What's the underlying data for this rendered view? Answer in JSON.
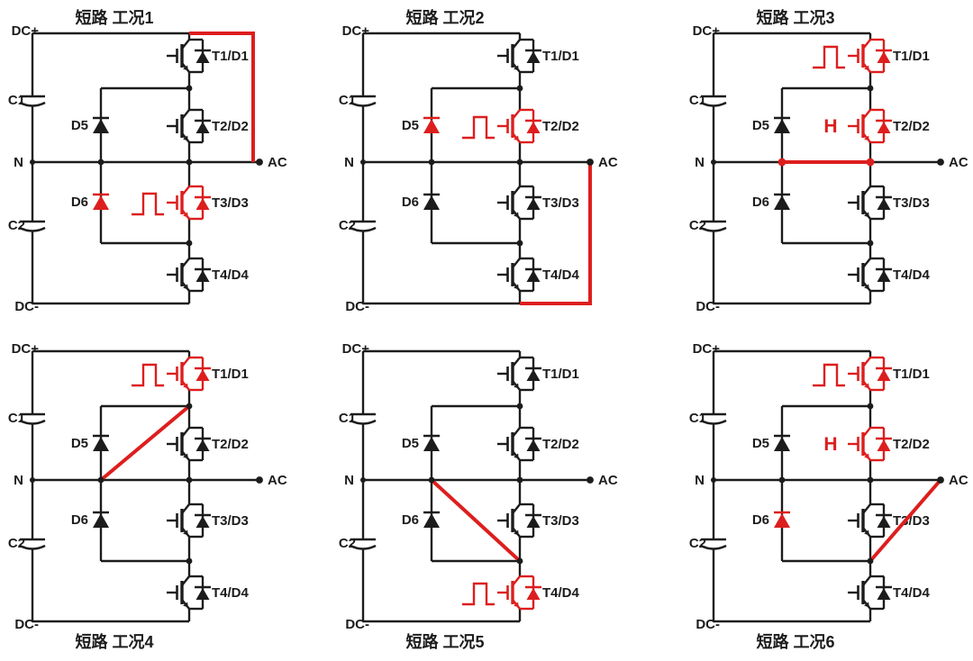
{
  "figure": {
    "description": "Six short-circuit operating conditions of a three-level NPC inverter phase leg"
  },
  "colors": {
    "wire": "#1c1c1c",
    "active_red": "#dd1e1e",
    "background": "#ffffff"
  },
  "terminals": {
    "dc_plus": "DC+",
    "dc_minus": "DC-",
    "neutral": "N",
    "ac": "AC"
  },
  "components": {
    "cap_top": "C1",
    "cap_bottom": "C2",
    "clamp_diode_upper": "D5",
    "clamp_diode_lower": "D6",
    "switches": [
      "T1/D1",
      "T2/D2",
      "T3/D3",
      "T4/D4"
    ]
  },
  "gate_signals": {
    "pulse": "pulse-waveform",
    "hold_high": "H"
  },
  "circuits": [
    {
      "id": 1,
      "title": "短路 工况1",
      "title_position": "top",
      "red_switches": [
        "T1"
      ],
      "pulse_switch": "T3",
      "hold_high_switch": null,
      "red_clamp_diodes": [
        "D6"
      ],
      "red_switch_symbols": [
        "T3"
      ],
      "short_path": "dc_plus_to_ac"
    },
    {
      "id": 2,
      "title": "短路 工况2",
      "title_position": "top",
      "red_switches": [
        "T2"
      ],
      "pulse_switch": "T2",
      "hold_high_switch": null,
      "red_clamp_diodes": [
        "D5"
      ],
      "red_switch_symbols": [
        "T2"
      ],
      "short_path": "ac_to_dc_minus"
    },
    {
      "id": 3,
      "title": "短路 工况3",
      "title_position": "top",
      "red_switches": [
        "T1",
        "T2"
      ],
      "pulse_switch": "T1",
      "hold_high_switch": "T2",
      "red_clamp_diodes": [],
      "red_switch_symbols": [
        "T1",
        "T2"
      ],
      "short_path": "n_to_midpoint"
    },
    {
      "id": 4,
      "title": "短路 工况4",
      "title_position": "bottom",
      "red_switches": [
        "T1"
      ],
      "pulse_switch": "T1",
      "hold_high_switch": null,
      "red_clamp_diodes": [],
      "red_switch_symbols": [
        "T1"
      ],
      "short_path": "n_to_upper_junction"
    },
    {
      "id": 5,
      "title": "短路 工况5",
      "title_position": "bottom",
      "red_switches": [
        "T4"
      ],
      "pulse_switch": "T4",
      "hold_high_switch": null,
      "red_clamp_diodes": [],
      "red_switch_symbols": [
        "T4"
      ],
      "short_path": "n_to_lower_junction"
    },
    {
      "id": 6,
      "title": "短路 工况6",
      "title_position": "bottom",
      "red_switches": [
        "T1",
        "T2"
      ],
      "pulse_switch": "T1",
      "hold_high_switch": "T2",
      "red_clamp_diodes": [
        "D6"
      ],
      "red_switch_symbols": [
        "T1",
        "T2"
      ],
      "short_path": "lower_junction_to_ac"
    }
  ]
}
